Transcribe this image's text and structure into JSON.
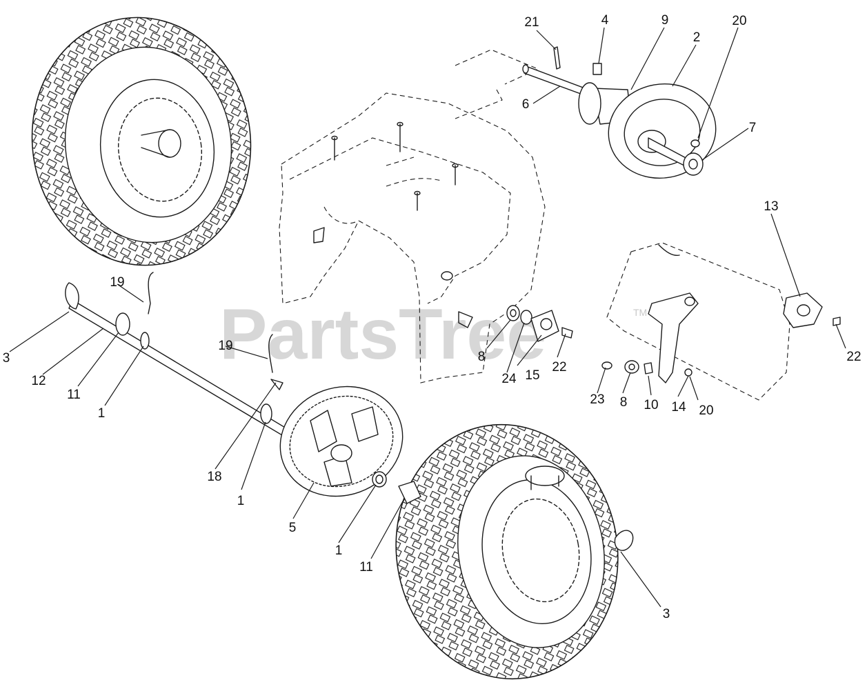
{
  "watermark": {
    "text": "PartsTree",
    "trademark": "TM",
    "color": "#c9c9c9"
  },
  "callouts": [
    {
      "id": "c21",
      "label": "21"
    },
    {
      "id": "c4",
      "label": "4"
    },
    {
      "id": "c9",
      "label": "9"
    },
    {
      "id": "c2",
      "label": "2"
    },
    {
      "id": "c20a",
      "label": "20"
    },
    {
      "id": "c6",
      "label": "6"
    },
    {
      "id": "c7",
      "label": "7"
    },
    {
      "id": "c13",
      "label": "13"
    },
    {
      "id": "c19a",
      "label": "19"
    },
    {
      "id": "c19b",
      "label": "19"
    },
    {
      "id": "c3a",
      "label": "3"
    },
    {
      "id": "c12",
      "label": "12"
    },
    {
      "id": "c11a",
      "label": "11"
    },
    {
      "id": "c1a",
      "label": "1"
    },
    {
      "id": "c8a",
      "label": "8"
    },
    {
      "id": "c24",
      "label": "24"
    },
    {
      "id": "c15",
      "label": "15"
    },
    {
      "id": "c22a",
      "label": "22"
    },
    {
      "id": "c22b",
      "label": "22"
    },
    {
      "id": "c23",
      "label": "23"
    },
    {
      "id": "c8b",
      "label": "8"
    },
    {
      "id": "c10",
      "label": "10"
    },
    {
      "id": "c14",
      "label": "14"
    },
    {
      "id": "c20b",
      "label": "20"
    },
    {
      "id": "c18",
      "label": "18"
    },
    {
      "id": "c1b",
      "label": "1"
    },
    {
      "id": "c5",
      "label": "5"
    },
    {
      "id": "c1c",
      "label": "1"
    },
    {
      "id": "c11b",
      "label": "11"
    },
    {
      "id": "c3b",
      "label": "3"
    }
  ]
}
